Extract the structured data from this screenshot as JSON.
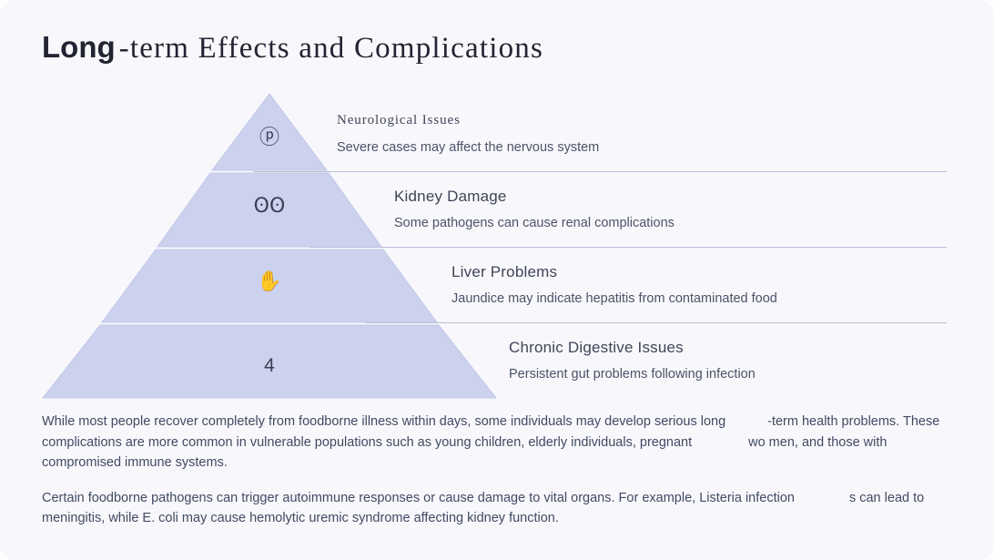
{
  "page": {
    "title_sans_part": "Long",
    "title_serif_part": "-term Effects and Complications",
    "background_color": "#f8f8fc",
    "accent_color": "#ccd2ee",
    "divider_color": "#b9bed6"
  },
  "pyramid": {
    "layers": [
      {
        "index": "1",
        "icon_name": "brain-icon",
        "icon_glyph": "\u0001F9E0",
        "icon_display": "ⓟ",
        "title": "Neurological Issues",
        "title_style": "serif",
        "description": "Severe cases may affect the nervous system"
      },
      {
        "index": "2",
        "icon_name": "kidneys-icon",
        "icon_display": "ʘʘ",
        "title": "Kidney Damage",
        "title_style": "sans",
        "description": "Some pathogens can cause renal complications"
      },
      {
        "index": "3",
        "icon_name": "liver-icon",
        "icon_display": "✋",
        "title": "Liver Problems",
        "title_style": "sans",
        "description": "Jaundice may indicate hepatitis from contaminated food"
      },
      {
        "index": "4",
        "icon_name": "number-four-label",
        "icon_display": "4",
        "title": "Chronic Digestive Issues",
        "title_style": "sans",
        "description": "Persistent gut problems following infection"
      }
    ]
  },
  "body": {
    "paragraph_1_a": "While most people recover completely from foodborne illness within days, some individuals may develop serious long",
    "paragraph_1_b": "-term health",
    "paragraph_1_c": "problems. These complications are more common in vulnerable populations such as young children, elderly individuals, pregnant",
    "paragraph_1_d": "wo",
    "paragraph_1_e": "men,",
    "paragraph_1_f": "and those with compromised immune systems.",
    "paragraph_2_a": "Certain foodborne pathogens can trigger autoimmune responses or cause damage to vital organs. For example, Listeria infection",
    "paragraph_2_b": "s can",
    "paragraph_2_c": "lead to meningitis, while E. coli may cause hemolytic uremic syndrome affecting kidney function."
  }
}
